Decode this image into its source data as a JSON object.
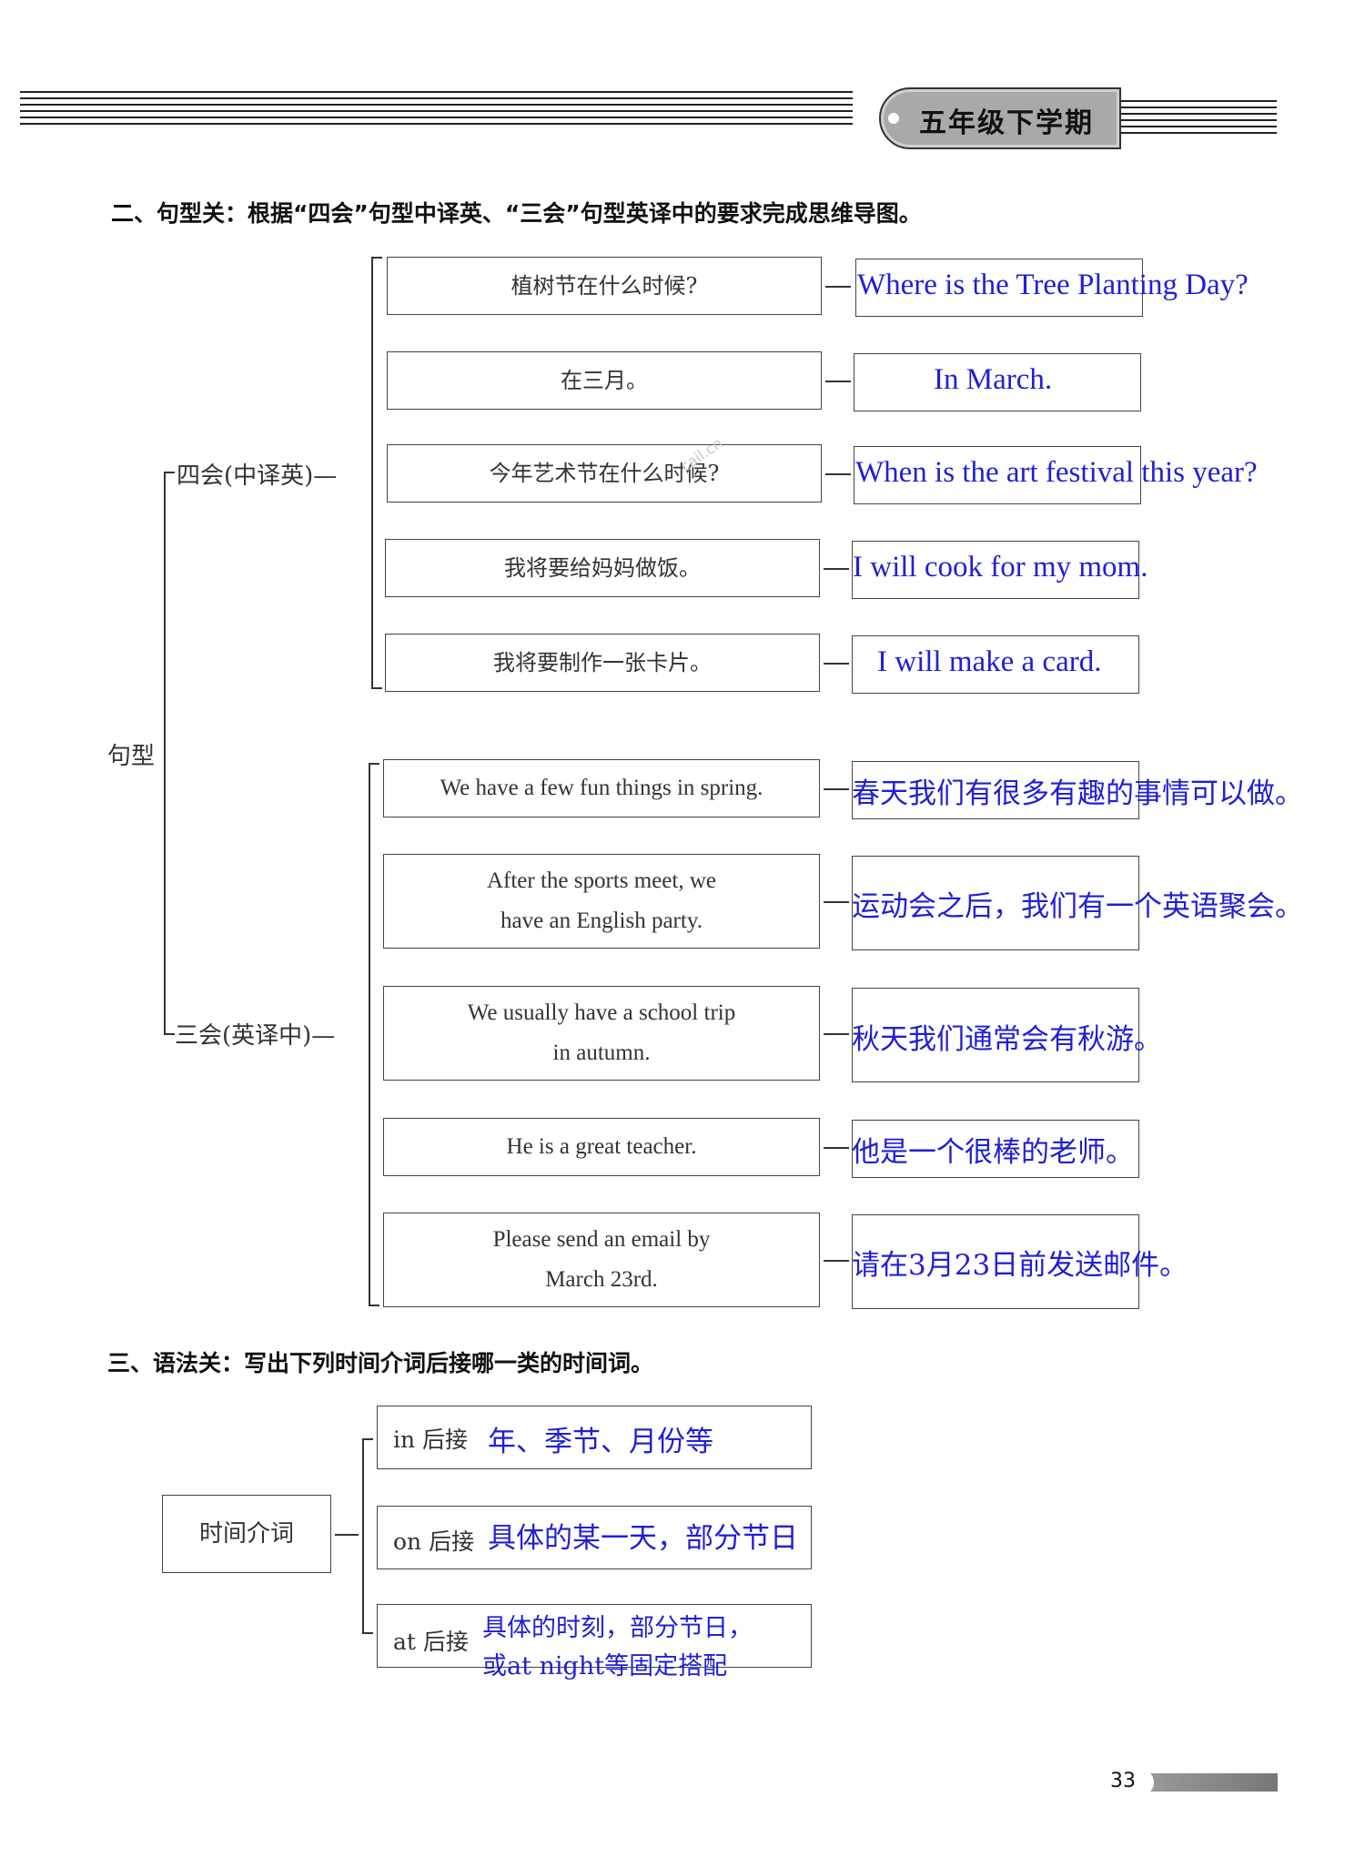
{
  "header": {
    "title": "五年级下学期"
  },
  "section2": {
    "title": "二、句型关：根据“四会”句型中译英、“三会”句型英译中的要求完成思维导图。",
    "root_label": "句型",
    "group1_label": "四会(中译英)—",
    "group2_label": "三会(英译中)—",
    "four_skills": [
      {
        "prompt": "植树节在什么时候?",
        "answer": "Where is the Tree Planting Day?"
      },
      {
        "prompt": "在三月。",
        "answer": "In March."
      },
      {
        "prompt": "今年艺术节在什么时候?",
        "answer": "When is the art festival this year?"
      },
      {
        "prompt": "我将要给妈妈做饭。",
        "answer": "I will cook for my mom."
      },
      {
        "prompt": "我将要制作一张卡片。",
        "answer": "I will make a card."
      }
    ],
    "three_skills": [
      {
        "prompt_l1": "We have a few fun things in spring.",
        "prompt_l2": "",
        "answer": "春天我们有很多有趣的事情可以做。"
      },
      {
        "prompt_l1": "After the sports meet, we",
        "prompt_l2": "have an English party.",
        "answer": "运动会之后，我们有一个英语聚会。"
      },
      {
        "prompt_l1": "We usually have a school trip",
        "prompt_l2": "in autumn.",
        "answer": "秋天我们通常会有秋游。"
      },
      {
        "prompt_l1": "He is a great teacher.",
        "prompt_l2": "",
        "answer": "他是一个很棒的老师。"
      },
      {
        "prompt_l1": "Please send an email by",
        "prompt_l2": "March 23rd.",
        "answer": "请在3月23日前发送邮件。"
      }
    ]
  },
  "section3": {
    "title": "三、语法关：写出下列时间介词后接哪一类的时间词。",
    "root_label": "时间介词",
    "items": [
      {
        "prep": "in 后接",
        "answer_l1": "年、季节、月份等",
        "answer_l2": ""
      },
      {
        "prep": "on 后接",
        "answer_l1": "具体的某一天，部分节日",
        "answer_l2": ""
      },
      {
        "prep": "at 后接",
        "answer_l1": "具体的时刻，部分节日，",
        "answer_l2": "或at night等固定搭配"
      }
    ]
  },
  "watermark": "cail.cn",
  "page_number": "33"
}
